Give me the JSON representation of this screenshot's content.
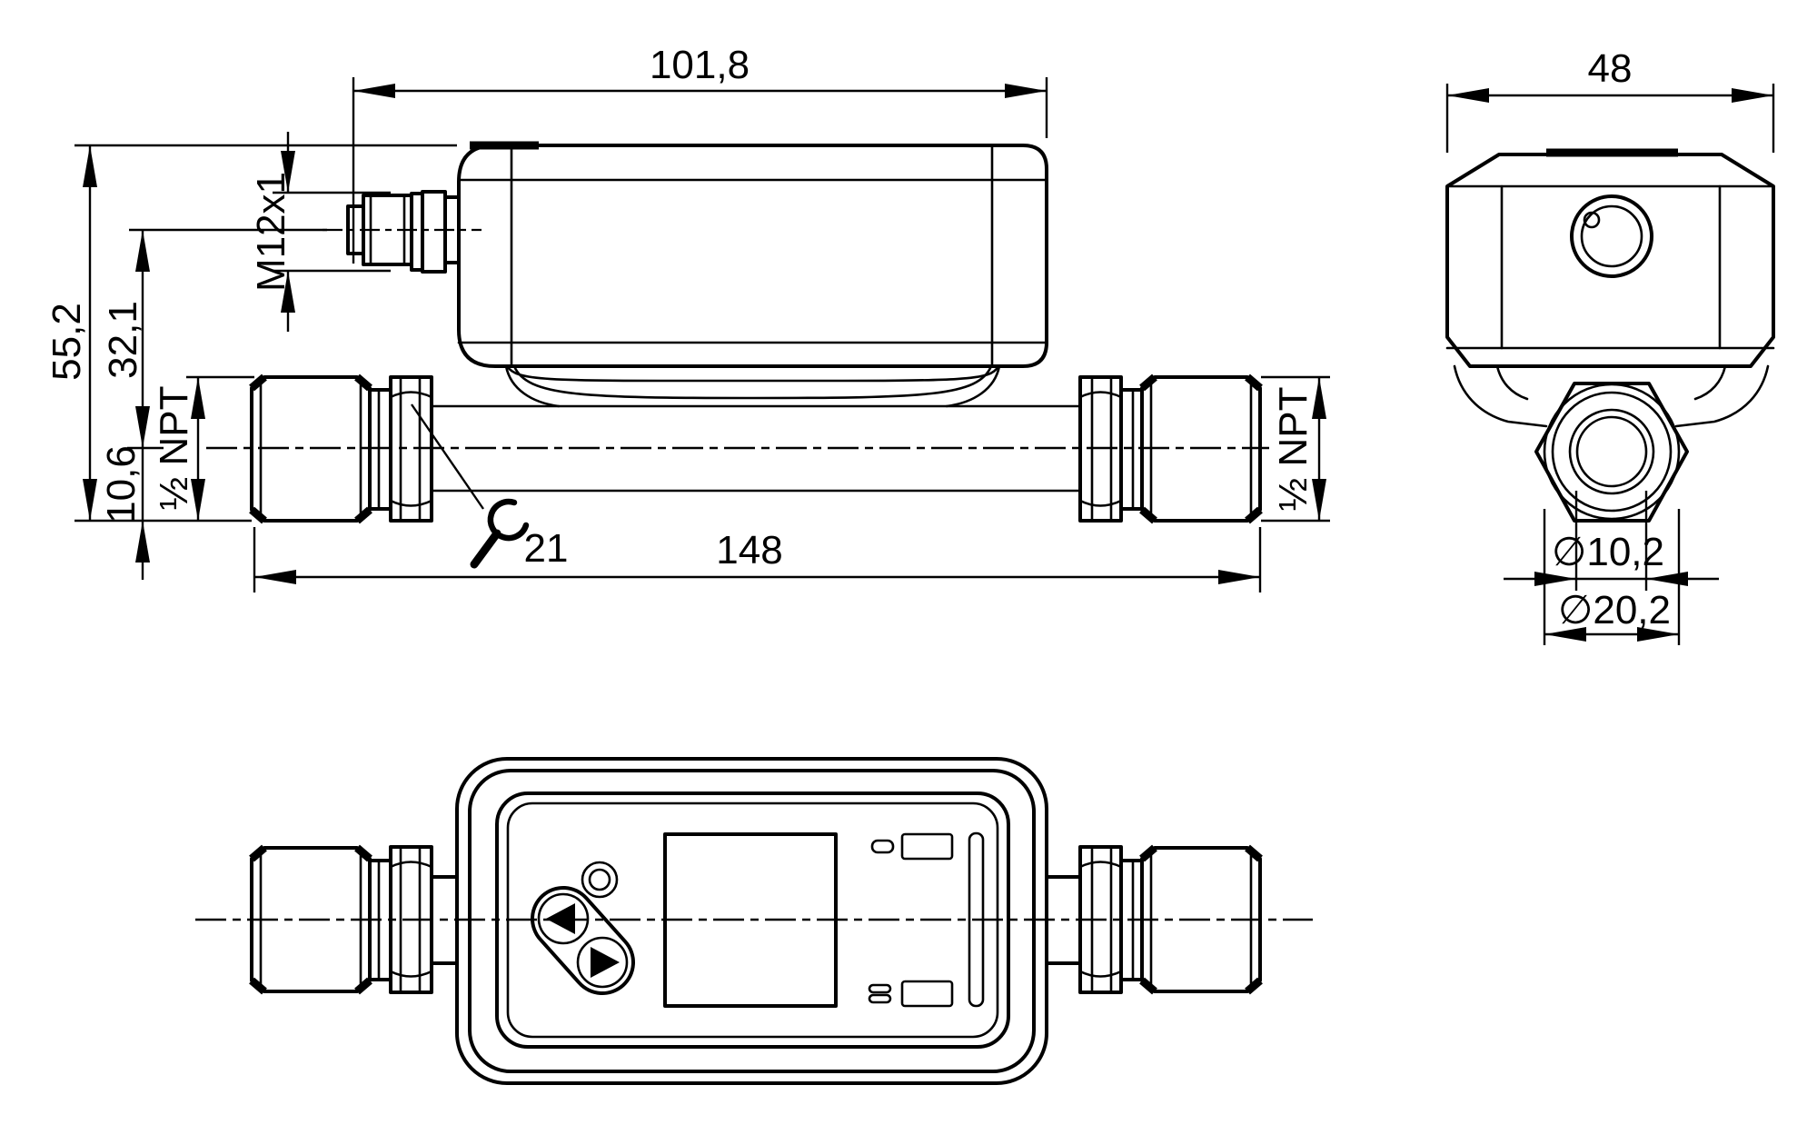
{
  "colors": {
    "line": "#000000",
    "background": "#ffffff"
  },
  "side_view": {
    "dim_overall_width": "101,8",
    "dim_overall_height": "55,2",
    "dim_connector_center_height": "32,1",
    "dim_pipe_center_height": "10,6",
    "connector_thread": "M12x1",
    "process_thread_left": "½ NPT",
    "process_thread_right": "½ NPT",
    "dim_overall_length": "148",
    "wrench_size": "21"
  },
  "end_view": {
    "dim_width": "48",
    "dim_bore_diameter": "∅10,2",
    "dim_thread_diameter": "∅20,2"
  }
}
